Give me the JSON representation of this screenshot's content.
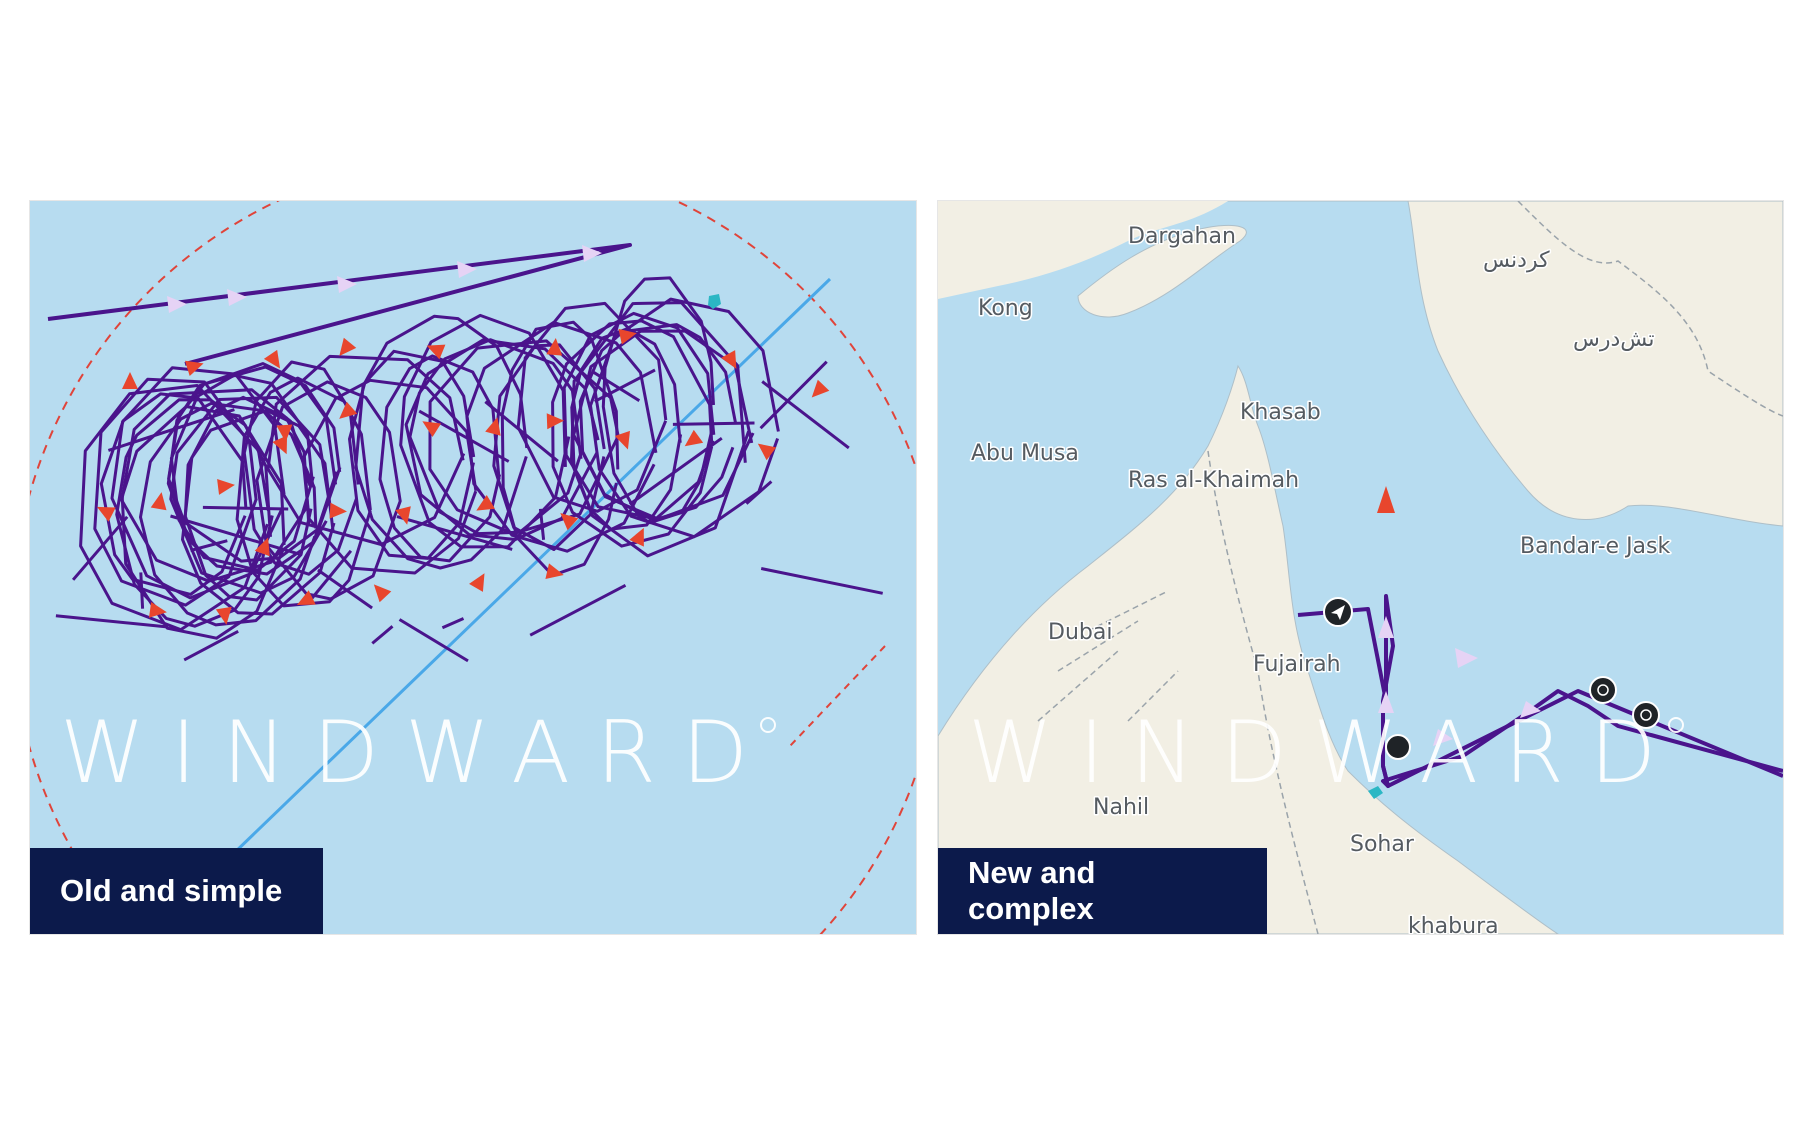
{
  "panels": [
    {
      "caption": "Old and simple",
      "watermark": "WINDWARD",
      "style": {
        "water": "#b7dcf0",
        "track": "#4a148c",
        "arrow": "#e8462d",
        "route_arrow": "#e6d3f5",
        "zone": "#e0443a",
        "lane": "#4aa8e8"
      }
    },
    {
      "caption": "New and complex",
      "watermark": "WINDWARD",
      "places": [
        "Dargahan",
        "Kong",
        "کردنس",
        "تش‌درس",
        "Khasab",
        "Abu Musa",
        "Ras al-Khaimah",
        "Bandar-e Jask",
        "Dubai",
        "Fujairah",
        "Nahil",
        "Sohar",
        "khabura"
      ],
      "style": {
        "land": "#f2efe4",
        "water": "#b7dcf0",
        "track": "#4a148c",
        "arrow": "#e8462d",
        "route_arrow": "#e6d3f5",
        "marker": "#1f2327"
      }
    }
  ]
}
